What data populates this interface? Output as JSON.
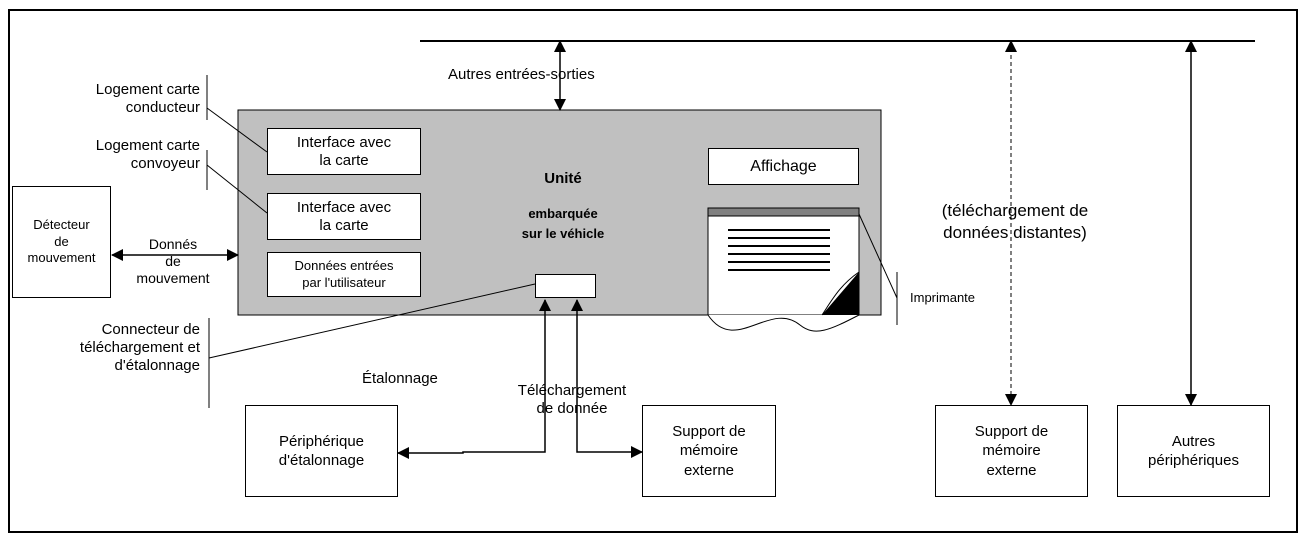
{
  "labels": {
    "other_io": "Autres entrées-sorties",
    "card_slot_driver": "Logement carte\nconducteur",
    "card_slot_codriver": "Logement carte\nconvoyeur",
    "card_interface_1": "Interface avec\nla carte",
    "card_interface_2": "Interface avec\nla carte",
    "user_input": "Données entrées\npar l'utilisateur",
    "unit_title": "Unité",
    "unit_subtitle": "embarquée\nsur le véhicle",
    "display": "Affichage",
    "remote_download": "(téléchargement de\ndonnées distantes)",
    "printer": "Imprimante",
    "motion_sensor": "Détecteur\nde\nmouvement",
    "motion_data": "Donnés\nde\nmouvement",
    "connector": "Connecteur de\ntéléchargement et\nd'étalonnage",
    "calibration": "Étalonnage",
    "data_download": "Téléchargement\nde donnée",
    "calibration_device": "Périphérique\nd'étalonnage",
    "external_memory_1": "Support de\nmémoire\nexterne",
    "external_memory_2": "Support de\nmémoire\nexterne",
    "other_peripherals": "Autres\npériphériques"
  },
  "colors": {
    "unit_fill": "#c0c0c0",
    "printer_bar": "#808080",
    "line": "#000000",
    "background": "#ffffff"
  }
}
